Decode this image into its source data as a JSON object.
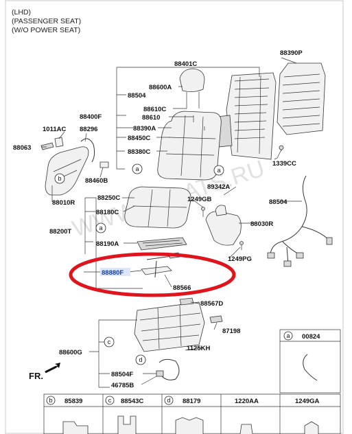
{
  "header": {
    "lines": [
      "(LHD)",
      "(PASSENGER SEAT)",
      "(W/O POWER SEAT)"
    ]
  },
  "watermark": "WWW.ELCATS.RU",
  "orientation_label": "FR.",
  "callout_letters": [
    "a",
    "b",
    "c",
    "d"
  ],
  "highlight": {
    "part": "88880F",
    "ellipse_color": "#e0141c"
  },
  "parts": {
    "p88401C": "88401C",
    "p88390P": "88390P",
    "p88600A": "88600A",
    "p88504_top": "88504",
    "p88400F": "88400F",
    "p88610C": "88610C",
    "p88610": "88610",
    "p1011AC": "1011AC",
    "p88296": "88296",
    "p88390A": "88390A",
    "p88063": "88063",
    "p88450C": "88450C",
    "p88380C": "88380C",
    "p1339CC": "1339CC",
    "p88460B": "88460B",
    "p89342A": "89342A",
    "p88250C": "88250C",
    "p1249GB": "1249GB",
    "p88504_right": "88504",
    "p88010R": "88010R",
    "p88180C": "88180C",
    "p88030R": "88030R",
    "p88200T": "88200T",
    "p88190A": "88190A",
    "p1249PG": "1249PG",
    "p88880F": "88880F",
    "p88566": "88566",
    "p88567D": "88567D",
    "p87198": "87198",
    "p1125KH": "1125KH",
    "p88600G": "88600G",
    "p88504F": "88504F",
    "p46785B": "46785B"
  },
  "legend": {
    "box_a": {
      "letter": "a",
      "part": "00824"
    },
    "row": [
      {
        "letter": "b",
        "part": "85839"
      },
      {
        "letter": "c",
        "part": "88543C"
      },
      {
        "letter": "d",
        "part": "88179"
      },
      {
        "letter": "",
        "part": "1220AA"
      },
      {
        "letter": "",
        "part": "1249GA"
      }
    ]
  }
}
